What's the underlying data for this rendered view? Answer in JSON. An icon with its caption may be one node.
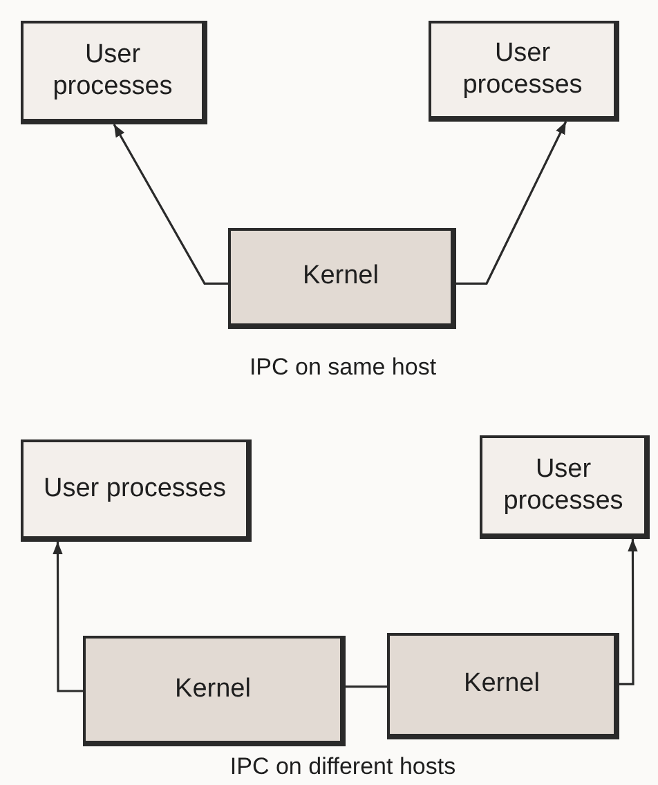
{
  "diagram": {
    "nodes": [
      {
        "text": [
          "User processes"
        ]
      },
      {
        "text": [
          "User processes"
        ]
      },
      {
        "text": [
          "Kernel"
        ]
      },
      {
        "text": [
          "User processes"
        ]
      },
      {
        "text": [
          "User processes"
        ]
      },
      {
        "text": [
          "Kernel"
        ]
      },
      {
        "text": [
          "Kernel"
        ]
      }
    ],
    "edges": [
      {
        "from": 2,
        "to": 0,
        "arrow": "to"
      },
      {
        "from": 2,
        "to": 1,
        "arrow": "to"
      },
      {
        "from": 5,
        "to": 3,
        "arrow": "to"
      },
      {
        "from": 6,
        "to": 4,
        "arrow": "to"
      },
      {
        "from": 5,
        "to": 6,
        "arrow": "none"
      }
    ],
    "labels": [
      "IPC on same host",
      "IPC on different hosts"
    ]
  }
}
